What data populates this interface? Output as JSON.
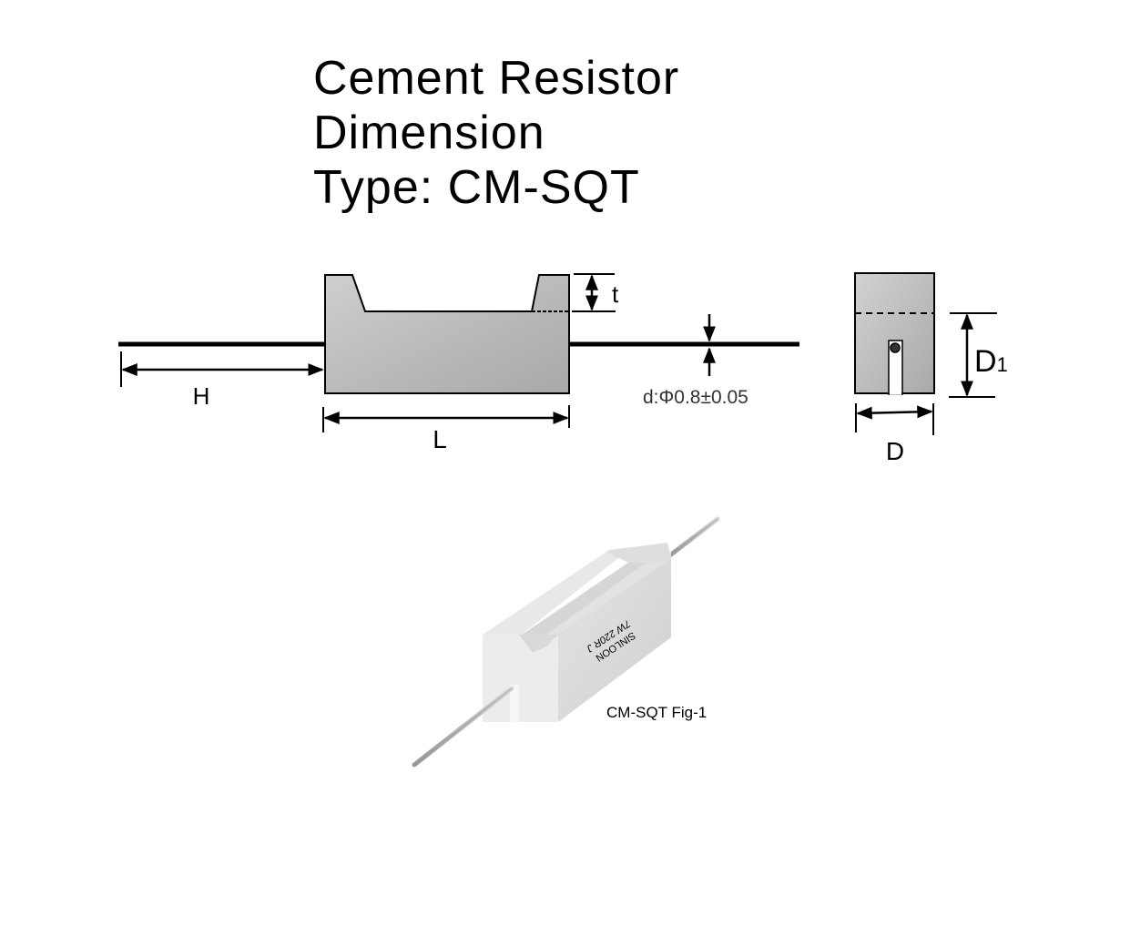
{
  "title": {
    "line1": "Cement Resistor",
    "line2": "Dimension",
    "line3": "Type: CM-SQT"
  },
  "side_view": {
    "dim_H": "H",
    "dim_L": "L",
    "dim_t": "t",
    "lead_diameter": "d:Φ0.8±0.05"
  },
  "end_view": {
    "dim_D1_main": "D",
    "dim_D1_sub": "1",
    "dim_D": "D"
  },
  "photo": {
    "marking_line1": "SINLOON",
    "marking_line2": "7W 220R J",
    "caption": "CM-SQT Fig-1"
  },
  "colors": {
    "body_fill_light": "#cdcdcd",
    "body_fill_dark": "#a9a9a9",
    "ceramic_light": "#ececec",
    "ceramic_mid": "#dcdcdc",
    "lead_grey": "#b5b5b5",
    "line": "#000000"
  }
}
